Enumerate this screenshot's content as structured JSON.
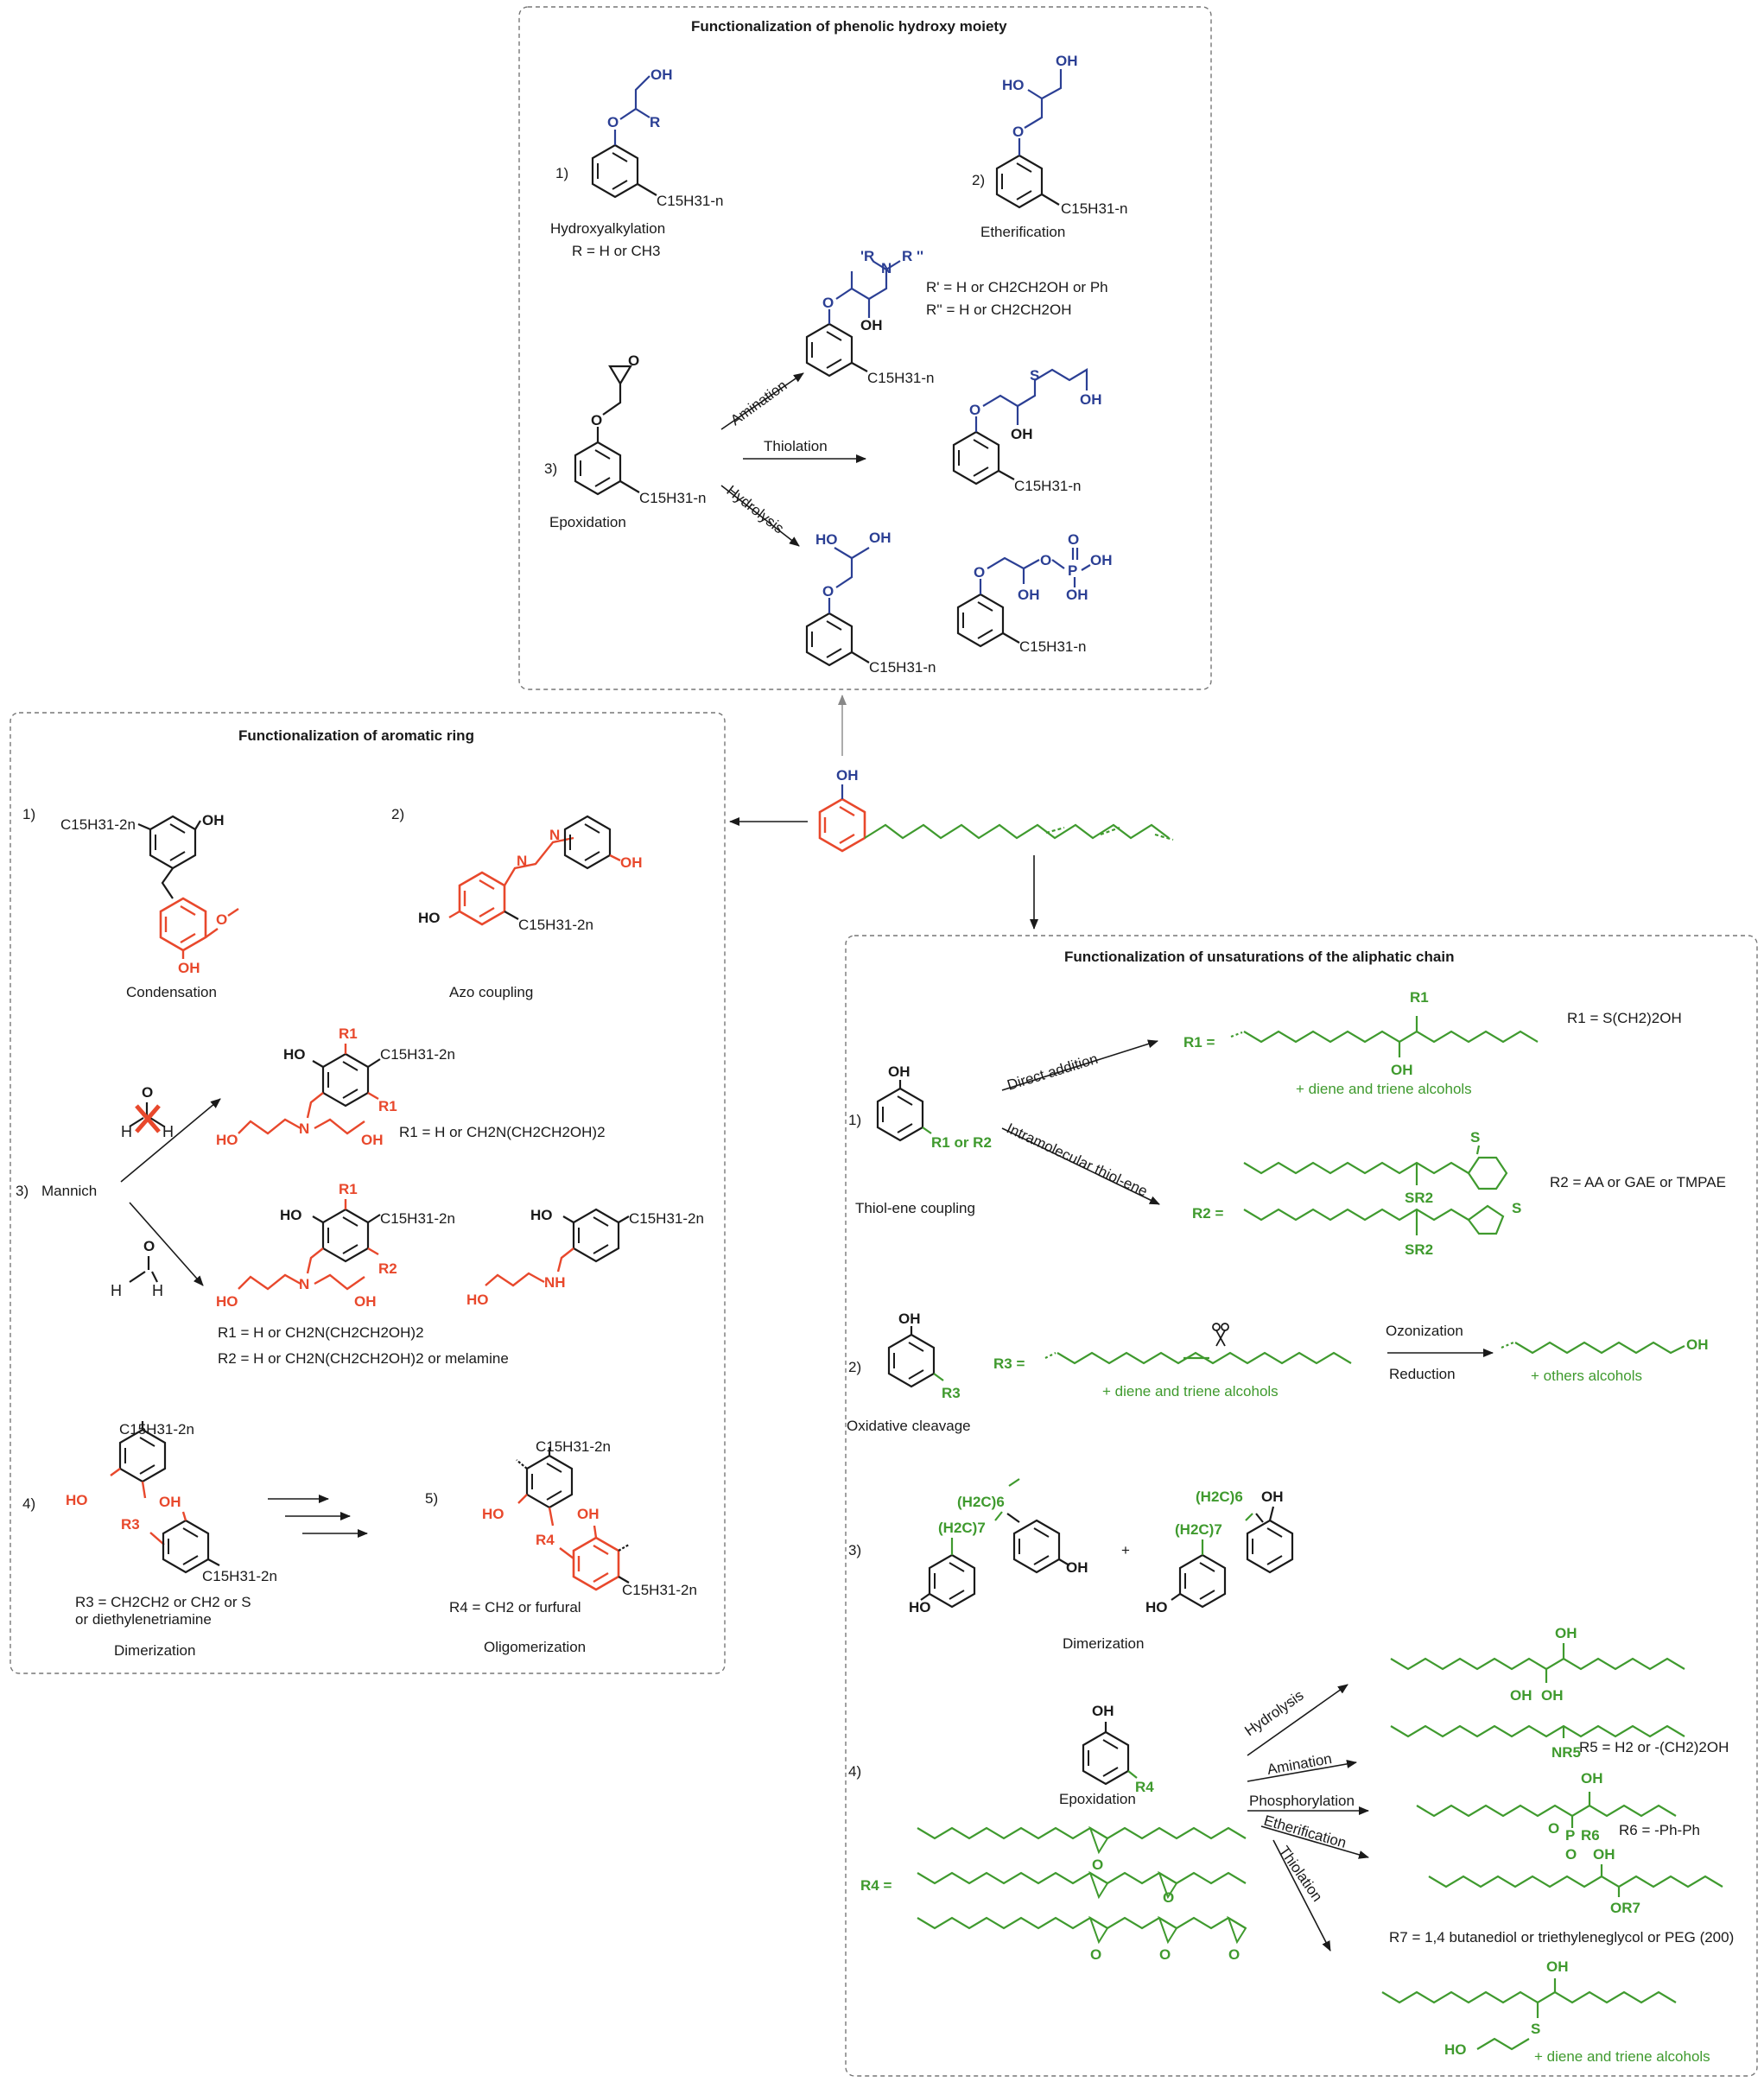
{
  "panels": {
    "phenolic": {
      "title": "Functionalization of phenolic hydroxy moiety",
      "items": {
        "n1": "1)",
        "n1_name": "Hydroxyalkylation",
        "n1_cond": "R = H or CH3",
        "n2": "2)",
        "n2_name": "Etherification",
        "n3": "3)",
        "n3_name": "Epoxidation",
        "arrow_amination": "Amination",
        "arrow_thiolation": "Thiolation",
        "arrow_hydrolysis": "Hydrolysis",
        "amine_cond1": "R' = H or CH2CH2OH or Ph",
        "amine_cond2": "R'' = H or CH2CH2OH"
      }
    },
    "aromatic": {
      "title": "Functionalization of aromatic ring",
      "items": {
        "n1": "1)",
        "n1_name": "Condensation",
        "n2": "2)",
        "n2_name": "Azo coupling",
        "n3": "3)",
        "n3_name": "Mannich",
        "mannich_r1_a": "R1 = H or CH2N(CH2CH2OH)2",
        "mannich_r1_b": "R1 = H or CH2N(CH2CH2OH)2",
        "mannich_r2": "R2 = H or CH2N(CH2CH2OH)2 or melamine",
        "n4": "4)",
        "n4_name": "Dimerization",
        "r3_cond": "R3 = CH2CH2 or CH2 or S",
        "r3_cond2": "or diethylenetriamine",
        "n5": "5)",
        "n5_name": "Oligomerization",
        "r4_cond": "R4 = CH2 or furfural"
      }
    },
    "aliphatic": {
      "title": "Functionalization of unsaturations of the aliphatic chain",
      "items": {
        "n1": "1)",
        "n1_name": "Thiol-ene coupling",
        "arrow_direct": "Direct addition",
        "arrow_intra": "Intramolecular thiol-ene",
        "r1_cond": "R1 = S(CH2)2OH",
        "r2_cond": "R2 = AA or GAE or TMPAE",
        "diene1": "+ diene and triene alcohols",
        "n2": "2)",
        "n2_name": "Oxidative cleavage",
        "ozon": "Ozonization",
        "reduction": "Reduction",
        "diene2": "+ diene and triene alcohols",
        "others": "+ others alcohols",
        "n3": "3)",
        "n3_name": "Dimerization",
        "n4": "4)",
        "n4_name": "Epoxidation",
        "a_hydro": "Hydrolysis",
        "a_amin": "Amination",
        "a_phos": "Phosphorylation",
        "a_ether": "Etherification",
        "a_thiol": "Thiolation",
        "r5_cond": "R5 = H2 or -(CH2)2OH",
        "r6_cond": "R6 = -Ph-Ph",
        "r7_cond": "R7 = 1,4 butanediol or triethyleneglycol or PEG (200)",
        "diene3": "+ diene and triene alcohols"
      }
    }
  },
  "labels": {
    "oh": "OH",
    "ho": "HO",
    "o": "O",
    "s": "S",
    "r": "R",
    "nh": "NH",
    "n": "N",
    "p": "P",
    "h": "H",
    "c15": "C15H31-n",
    "c15b": "C15H31-2n",
    "r1": "R1",
    "r2": "R2",
    "r3": "R3",
    "r4": "R4",
    "r1eq": "R1 =",
    "r2eq": "R2 =",
    "r3eq": "R3 =",
    "r4eq": "R4 =",
    "r1orr2": "R1 or R2",
    "sr2": "SR2",
    "nr5": "NR5",
    "or7": "OR7",
    "r6": "R6",
    "plus": "+",
    "rprime": "'R",
    "rdprime": "R ''",
    "h2c6": "(H2C)6",
    "h2c7": "(H2C)7"
  },
  "colors": {
    "blue": "#2b3f94",
    "red": "#e8482c",
    "green": "#3f9a2e",
    "black": "#1a1a1a"
  }
}
